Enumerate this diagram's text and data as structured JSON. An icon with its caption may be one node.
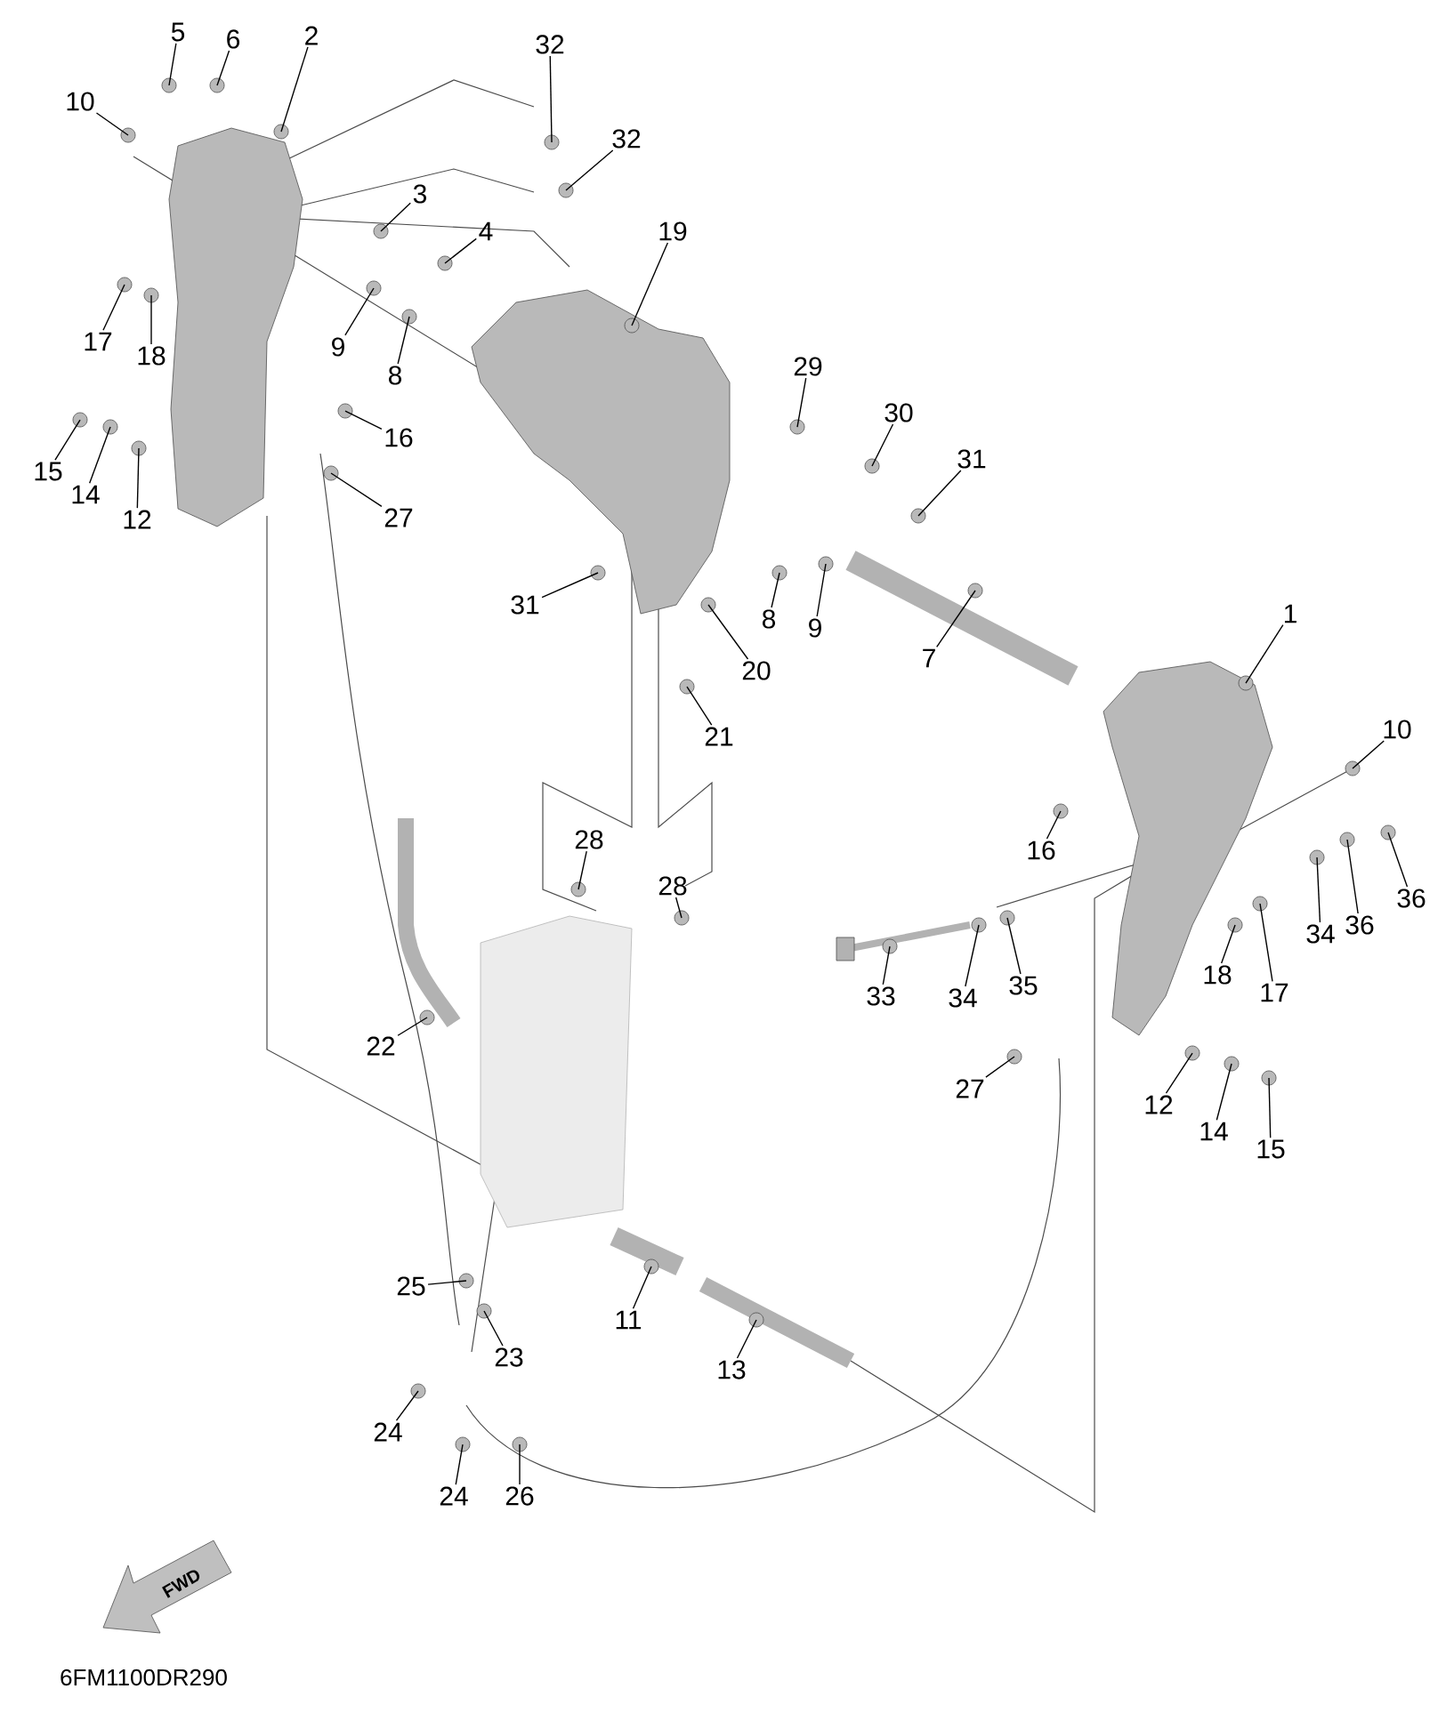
{
  "diagram": {
    "nodes": [
      {
        "text": [
          "5"
        ]
      },
      {
        "text": [
          "6"
        ]
      },
      {
        "text": [
          "2"
        ]
      },
      {
        "text": [
          "32"
        ]
      },
      {
        "text": [
          "32"
        ]
      },
      {
        "text": [
          "10"
        ]
      },
      {
        "text": [
          "3"
        ]
      },
      {
        "text": [
          "4"
        ]
      },
      {
        "text": [
          "19"
        ]
      },
      {
        "text": [
          "17"
        ]
      },
      {
        "text": [
          "18"
        ]
      },
      {
        "text": [
          "9"
        ]
      },
      {
        "text": [
          "8"
        ]
      },
      {
        "text": [
          "16"
        ]
      },
      {
        "text": [
          "15"
        ]
      },
      {
        "text": [
          "14"
        ]
      },
      {
        "text": [
          "12"
        ]
      },
      {
        "text": [
          "27"
        ]
      },
      {
        "text": [
          "29"
        ]
      },
      {
        "text": [
          "30"
        ]
      },
      {
        "text": [
          "31"
        ]
      },
      {
        "text": [
          "31"
        ]
      },
      {
        "text": [
          "8"
        ]
      },
      {
        "text": [
          "9"
        ]
      },
      {
        "text": [
          "7"
        ]
      },
      {
        "text": [
          "20"
        ]
      },
      {
        "text": [
          "21"
        ]
      },
      {
        "text": [
          "1"
        ]
      },
      {
        "text": [
          "10"
        ]
      },
      {
        "text": [
          "16"
        ]
      },
      {
        "text": [
          "28"
        ]
      },
      {
        "text": [
          "28"
        ]
      },
      {
        "text": [
          "34"
        ]
      },
      {
        "text": [
          "36"
        ]
      },
      {
        "text": [
          "36"
        ]
      },
      {
        "text": [
          "18"
        ]
      },
      {
        "text": [
          "17"
        ]
      },
      {
        "text": [
          "33"
        ]
      },
      {
        "text": [
          "34"
        ]
      },
      {
        "text": [
          "35"
        ]
      },
      {
        "text": [
          "22"
        ]
      },
      {
        "text": [
          "27"
        ]
      },
      {
        "text": [
          "12"
        ]
      },
      {
        "text": [
          "14"
        ]
      },
      {
        "text": [
          "15"
        ]
      },
      {
        "text": [
          "11"
        ]
      },
      {
        "text": [
          "25"
        ]
      },
      {
        "text": [
          "23"
        ]
      },
      {
        "text": [
          "13"
        ]
      },
      {
        "text": [
          "24"
        ]
      },
      {
        "text": [
          "24"
        ]
      },
      {
        "text": [
          "26"
        ]
      }
    ],
    "edges": [
      {
        "from": 0,
        "to": null,
        "arrow": "none"
      },
      {
        "from": 1,
        "to": null,
        "arrow": "none"
      },
      {
        "from": 2,
        "to": null,
        "arrow": "none"
      },
      {
        "from": 3,
        "to": null,
        "arrow": "none"
      },
      {
        "from": 4,
        "to": null,
        "arrow": "none"
      },
      {
        "from": 5,
        "to": null,
        "arrow": "none"
      },
      {
        "from": 6,
        "to": null,
        "arrow": "none"
      },
      {
        "from": 7,
        "to": null,
        "arrow": "none"
      },
      {
        "from": 8,
        "to": null,
        "arrow": "none"
      },
      {
        "from": 9,
        "to": null,
        "arrow": "none"
      },
      {
        "from": 10,
        "to": null,
        "arrow": "none"
      },
      {
        "from": 11,
        "to": null,
        "arrow": "none"
      },
      {
        "from": 12,
        "to": null,
        "arrow": "none"
      },
      {
        "from": 13,
        "to": null,
        "arrow": "none"
      },
      {
        "from": 14,
        "to": null,
        "arrow": "none"
      },
      {
        "from": 15,
        "to": null,
        "arrow": "none"
      },
      {
        "from": 16,
        "to": null,
        "arrow": "none"
      },
      {
        "from": 17,
        "to": null,
        "arrow": "none"
      },
      {
        "from": 18,
        "to": null,
        "arrow": "none"
      },
      {
        "from": 19,
        "to": null,
        "arrow": "none"
      },
      {
        "from": 20,
        "to": null,
        "arrow": "none"
      },
      {
        "from": 21,
        "to": null,
        "arrow": "none"
      },
      {
        "from": 22,
        "to": null,
        "arrow": "none"
      },
      {
        "from": 23,
        "to": null,
        "arrow": "none"
      },
      {
        "from": 24,
        "to": null,
        "arrow": "none"
      },
      {
        "from": 25,
        "to": null,
        "arrow": "none"
      },
      {
        "from": 26,
        "to": null,
        "arrow": "none"
      },
      {
        "from": 27,
        "to": null,
        "arrow": "none"
      },
      {
        "from": 28,
        "to": null,
        "arrow": "none"
      },
      {
        "from": 29,
        "to": null,
        "arrow": "none"
      },
      {
        "from": 30,
        "to": null,
        "arrow": "none"
      },
      {
        "from": 31,
        "to": null,
        "arrow": "none"
      },
      {
        "from": 32,
        "to": null,
        "arrow": "none"
      },
      {
        "from": 33,
        "to": null,
        "arrow": "none"
      },
      {
        "from": 34,
        "to": null,
        "arrow": "none"
      },
      {
        "from": 35,
        "to": null,
        "arrow": "none"
      },
      {
        "from": 36,
        "to": null,
        "arrow": "none"
      },
      {
        "from": 37,
        "to": null,
        "arrow": "none"
      },
      {
        "from": 38,
        "to": null,
        "arrow": "none"
      },
      {
        "from": 39,
        "to": null,
        "arrow": "none"
      },
      {
        "from": 40,
        "to": null,
        "arrow": "none"
      },
      {
        "from": 41,
        "to": null,
        "arrow": "none"
      },
      {
        "from": 42,
        "to": null,
        "arrow": "none"
      },
      {
        "from": 43,
        "to": null,
        "arrow": "none"
      },
      {
        "from": 44,
        "to": null,
        "arrow": "none"
      },
      {
        "from": 45,
        "to": null,
        "arrow": "none"
      },
      {
        "from": 46,
        "to": null,
        "arrow": "none"
      },
      {
        "from": 47,
        "to": null,
        "arrow": "none"
      },
      {
        "from": 48,
        "to": null,
        "arrow": "none"
      },
      {
        "from": 49,
        "to": null,
        "arrow": "none"
      },
      {
        "from": 50,
        "to": null,
        "arrow": "none"
      },
      {
        "from": 51,
        "to": null,
        "arrow": "none"
      }
    ],
    "labels": [
      "FWD",
      "6FM1100DR290"
    ]
  }
}
